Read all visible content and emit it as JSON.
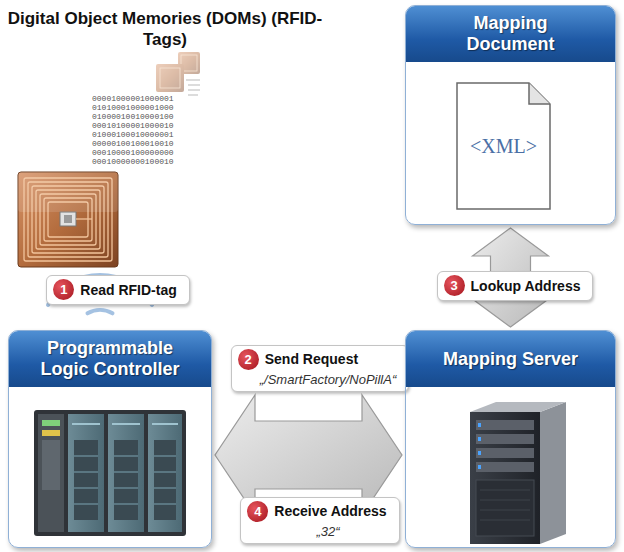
{
  "diagram": {
    "title": "Digital Object Memories (DOMs) (RFID-Tags)",
    "nodes": [
      {
        "text": [
          "Mapping Document"
        ]
      },
      {
        "text": [
          "<XML>"
        ],
        "in": 0
      },
      {
        "text": [
          "1",
          "Read RFID-tag"
        ]
      },
      {
        "text": [
          "3",
          "Lookup Address"
        ]
      },
      {
        "text": [
          "Programmable Logic Controller"
        ]
      },
      {
        "text": [
          "2",
          "Send Request",
          "„/SmartFactory/NoPillA“"
        ]
      },
      {
        "text": [
          "Mapping Server"
        ]
      },
      {
        "text": [
          "4",
          "Receive Address",
          "„32“"
        ]
      }
    ],
    "edges": [
      {
        "from": 0,
        "to": 6,
        "arrow": "both"
      },
      {
        "from": 4,
        "to": 6,
        "arrow": "both"
      }
    ],
    "labels": [
      "00001000001000001",
      "01010001000001000",
      "01000010010000100",
      "00010100001000010",
      "01000100010000001",
      "00000100100010010",
      "00010000100000000",
      "00010000000100010"
    ]
  }
}
